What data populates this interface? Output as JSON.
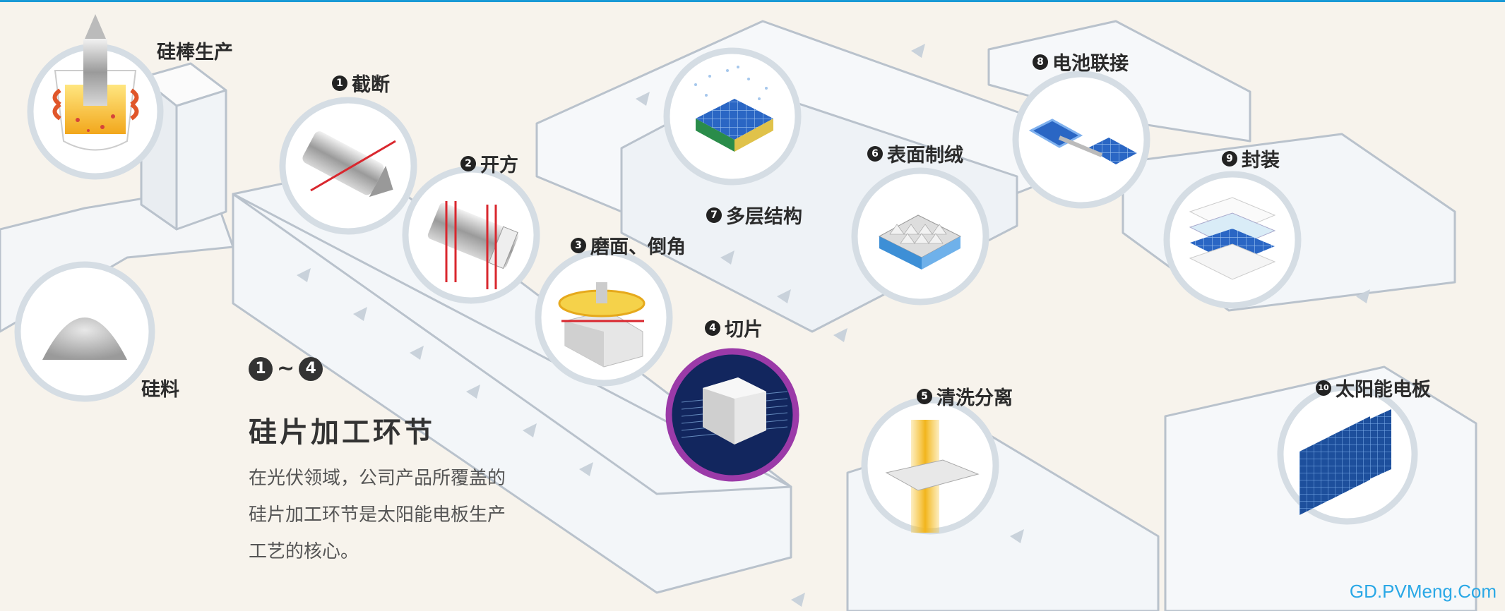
{
  "stages": {
    "rod_production": "硅棒生产",
    "raw_silicon": "硅料",
    "s1": {
      "num": "1",
      "label": "截断"
    },
    "s2": {
      "num": "2",
      "label": "开方"
    },
    "s3": {
      "num": "3",
      "label": "磨面、倒角"
    },
    "s4": {
      "num": "4",
      "label": "切片"
    },
    "s5": {
      "num": "5",
      "label": "清洗分离"
    },
    "s6": {
      "num": "6",
      "label": "表面制绒"
    },
    "s7": {
      "num": "7",
      "label": "多层结构"
    },
    "s8": {
      "num": "8",
      "label": "电池联接"
    },
    "s9": {
      "num": "9",
      "label": "封装"
    },
    "s10": {
      "num": "10",
      "label": "太阳能电板"
    }
  },
  "section": {
    "range_start": "1",
    "range_sep": "~",
    "range_end": "4",
    "heading": "硅片加工环节",
    "description": "在光伏领域，公司产品所覆盖的硅片加工环节是太阳能电板生产工艺的核心。"
  },
  "watermark": "GD.PVMeng.Com",
  "colors": {
    "accent_blue": "#1a9ad6",
    "highlight_purple": "#9b3aa8",
    "panel_blue": "#1d5fb0",
    "gold": "#f2b51c"
  }
}
